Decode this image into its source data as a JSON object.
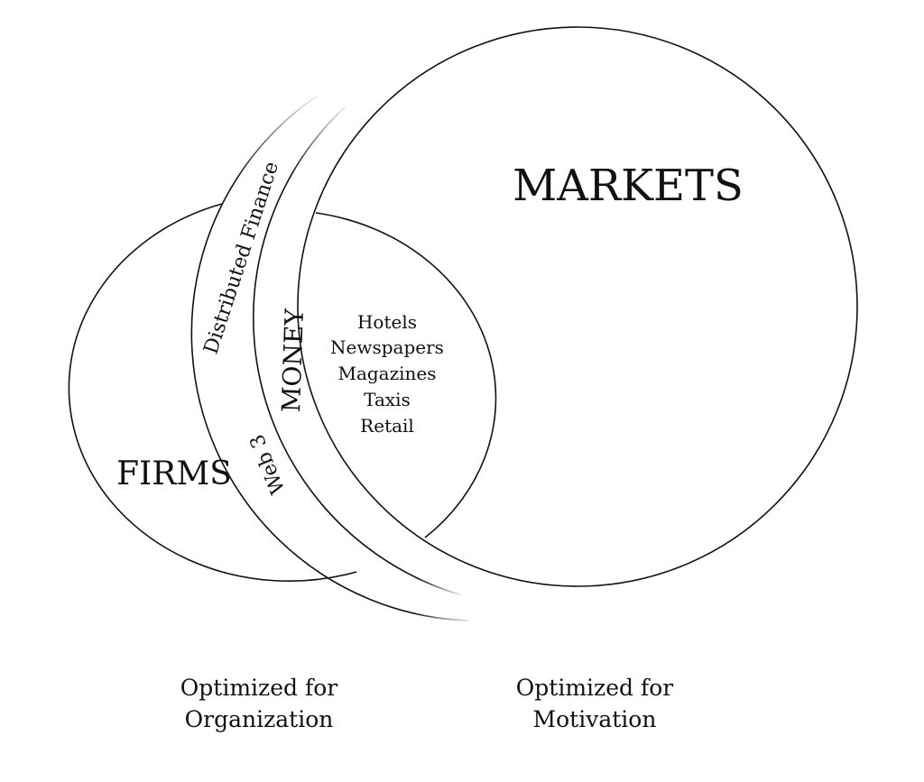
{
  "diagram": {
    "markets_label": "MARKETS",
    "firms_label": "FIRMS",
    "band_outer_top": "Distributed Finance",
    "band_outer_bottom": "Web 3",
    "band_inner": "MONEY",
    "overlap_items": [
      "Hotels",
      "Newspapers",
      "Magazines",
      "Taxis",
      "Retail"
    ],
    "caption_left": [
      "Optimized for",
      "Organization"
    ],
    "caption_right": [
      "Optimized for",
      "Motivation"
    ]
  },
  "colors": {
    "stroke": "#111111",
    "background": "#ffffff"
  }
}
